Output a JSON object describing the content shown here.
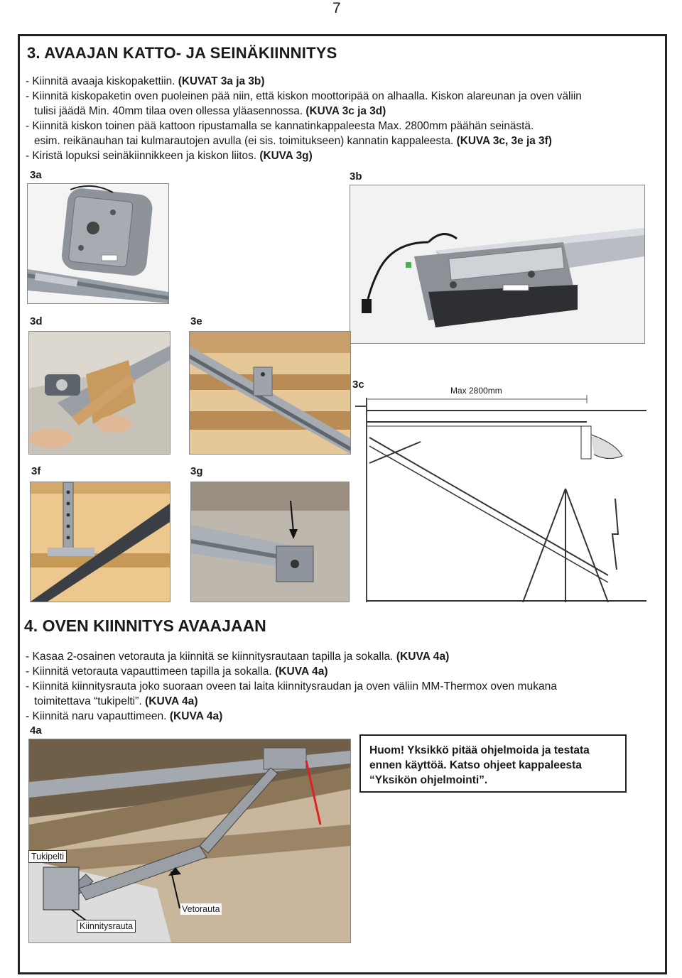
{
  "page_number": "7",
  "section3": {
    "title": "3. AVAAJAN KATTO- JA SEINÄKIINNITYS",
    "lines": [
      {
        "text": "- Kiinnitä avaaja kiskopakettiin. ",
        "ref": "(KUVAT 3a ja 3b)"
      },
      {
        "text": "- Kiinnitä kiskopaketin oven puoleinen pää niin, että kiskon moottoripää on alhaalla. Kiskon alareunan ja oven väliin",
        "ref": ""
      },
      {
        "text": "tulisi jäädä Min. 40mm tilaa oven ollessa yläasennossa. ",
        "ref": "(KUVA 3c ja 3d)",
        "indent": true
      },
      {
        "text": "- Kiinnitä kiskon toinen pää kattoon ripustamalla se kannatinkappaleesta Max. 2800mm päähän seinästä.",
        "ref": ""
      },
      {
        "text": "esim. reikänauhan tai kulmarautojen avulla (ei sis. toimitukseen) kannatin kappaleesta. ",
        "ref": "(KUVA 3c, 3e ja 3f)",
        "indent": true
      },
      {
        "text": "- Kiristä lopuksi seinäkiinnikkeen ja kiskon liitos. ",
        "ref": "(KUVA 3g)"
      }
    ]
  },
  "figure_labels": {
    "f3a": "3a",
    "f3b": "3b",
    "f3c": "3c",
    "f3d": "3d",
    "f3e": "3e",
    "f3f": "3f",
    "f3g": "3g",
    "f4a": "4a"
  },
  "diagram_3c": {
    "dimension_label": "Max 2800mm"
  },
  "section4": {
    "title": "4. OVEN KIINNITYS AVAAJAAN",
    "lines": [
      {
        "text": "- Kasaa 2-osainen vetorauta ja kiinnitä se kiinnitysrautaan tapilla ja sokalla. ",
        "ref": "(KUVA 4a)"
      },
      {
        "text": "- Kiinnitä vetorauta vapauttimeen tapilla ja sokalla. ",
        "ref": "(KUVA 4a)"
      },
      {
        "text": "- Kiinnitä kiinnitysrauta joko suoraan oveen tai laita kiinnitysraudan ja oven väliin MM-Thermox oven mukana",
        "ref": ""
      },
      {
        "text": "toimitettava “tukipelti”. ",
        "ref": "(KUVA 4a)",
        "indent": true
      },
      {
        "text": "- Kiinnitä naru vapauttimeen. ",
        "ref": "(KUVA 4a)"
      }
    ]
  },
  "note": {
    "line1": "Huom! Yksikkö pitää ohjelmoida ja testata",
    "line2": "ennen käyttöä. Katso ohjeet  kappaleesta",
    "line3": "“Yksikön ohjelmointi”."
  },
  "callouts_4a": {
    "tukipelti": "Tukipelti",
    "vetorauta": "Vetorauta",
    "kiinnitysrauta": "Kiinnitysrauta"
  }
}
